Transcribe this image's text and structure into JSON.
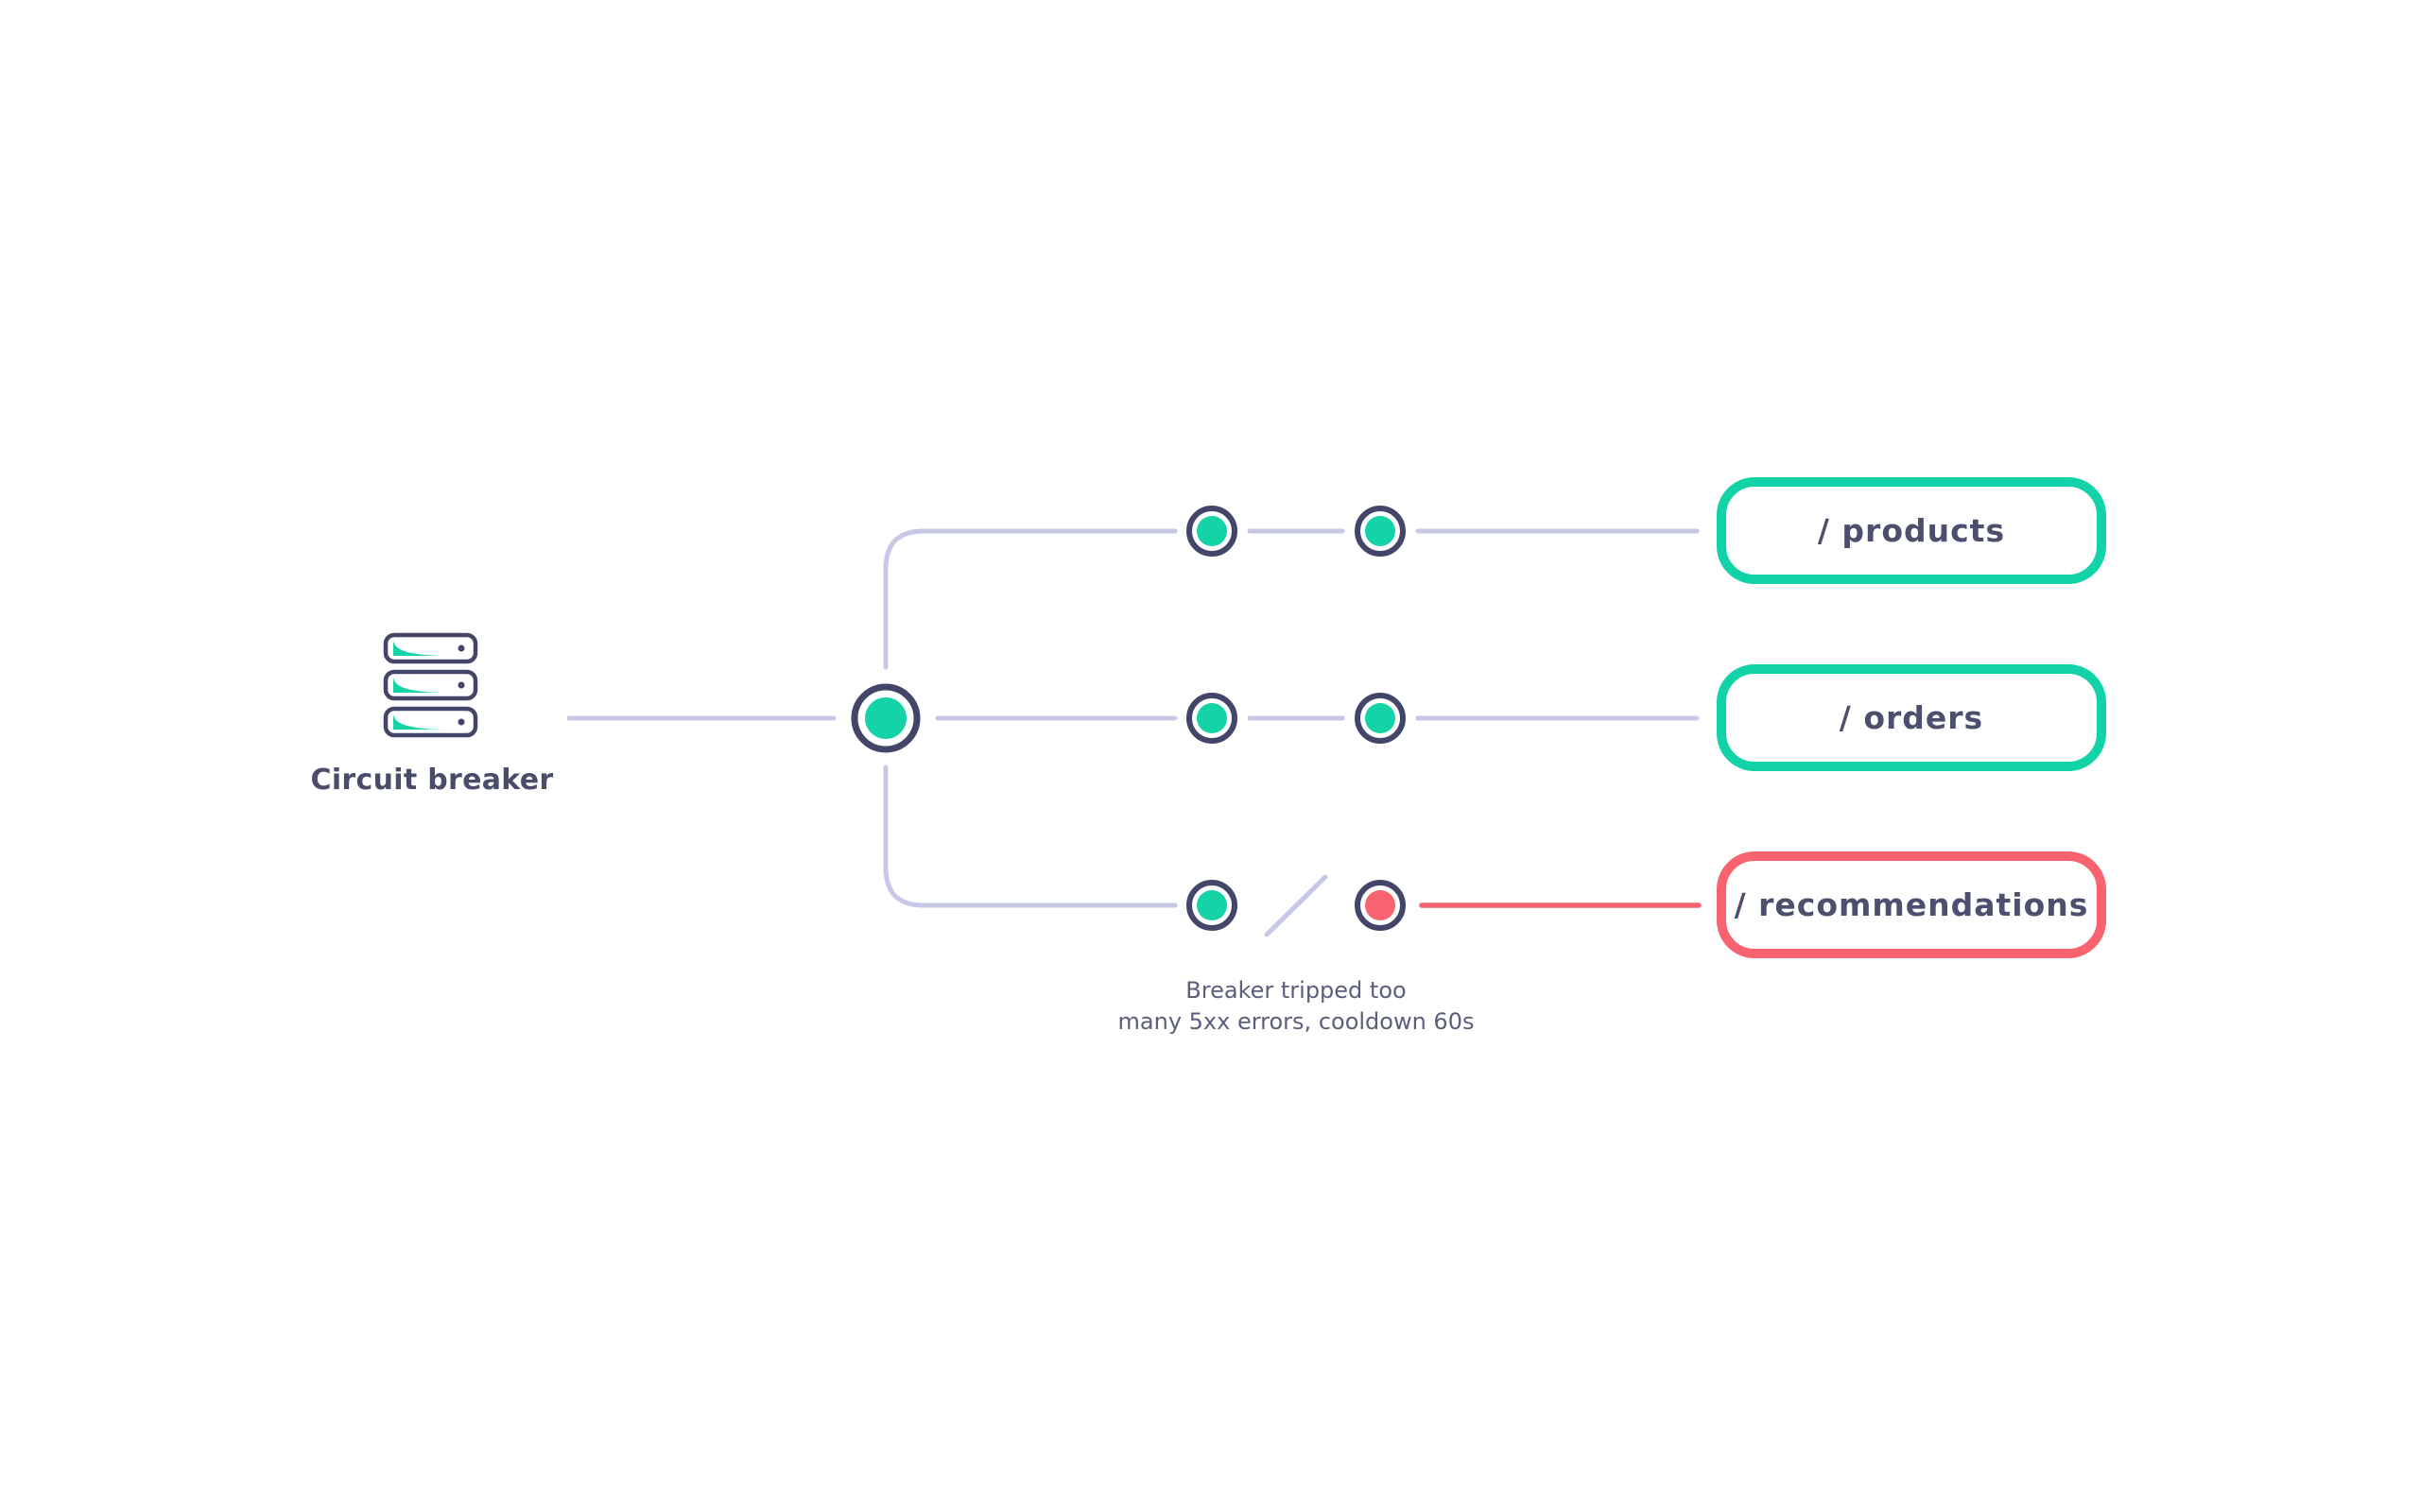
{
  "diagram": {
    "title": "Circuit breaker",
    "source": {
      "label": "Circuit breaker",
      "icon": "server-stack-icon"
    },
    "breaker_hub": {
      "status": "healthy",
      "status_color": "#14d3a6"
    },
    "endpoints": [
      {
        "id": "products",
        "label": "/ products",
        "status": "closed",
        "border_color": "#12d3a7",
        "upstream_nodes": [
          "healthy",
          "healthy"
        ]
      },
      {
        "id": "orders",
        "label": "/ orders",
        "status": "closed",
        "border_color": "#12d3a7",
        "upstream_nodes": [
          "healthy",
          "healthy"
        ]
      },
      {
        "id": "recommendations",
        "label": "/ recommendations",
        "status": "open",
        "border_color": "#f9636f",
        "upstream_nodes": [
          "healthy",
          "failing"
        ]
      }
    ],
    "caption": {
      "line1": "Breaker tripped too",
      "line2": "many 5xx errors, cooldown 60s"
    },
    "colors": {
      "healthy_fill": "#14d3a6",
      "failing_fill": "#f9636f",
      "wire": "#c7c8e6",
      "failed_wire": "#f9636f",
      "outline": "#434668",
      "text_dark": "#4a4d6a",
      "text_muted": "#5c5f7c",
      "background": "#ffffff"
    }
  }
}
